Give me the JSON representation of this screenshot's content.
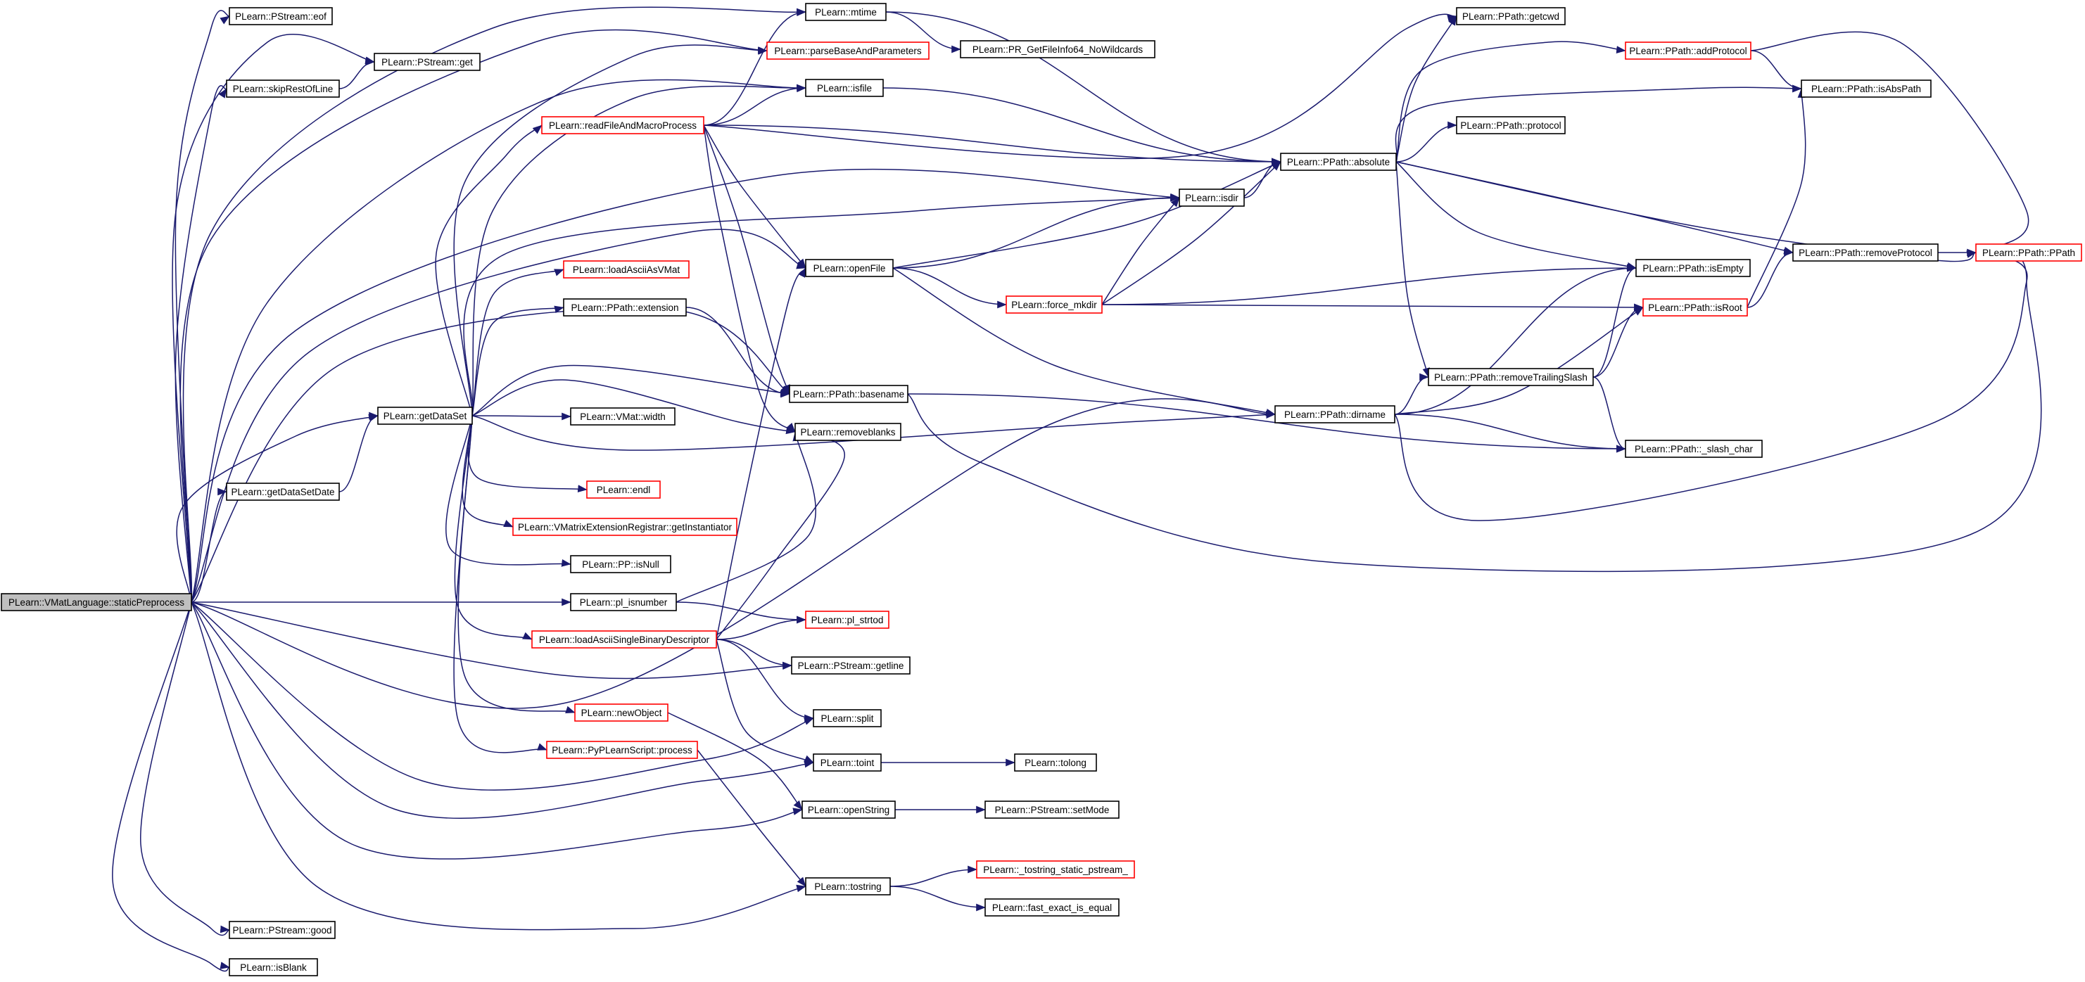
{
  "colors": {
    "edge": "#1a1a6e",
    "node_border": "#000000",
    "node_border_truncated": "#ff0000",
    "root_fill": "#bfbfbf",
    "node_fill": "#ffffff"
  },
  "nodes": [
    {
      "id": "root",
      "label": "PLearn::VMatLanguage::staticPreprocess",
      "kind": "root"
    },
    {
      "id": "eof",
      "label": "PLearn::PStream::eof",
      "kind": "normal"
    },
    {
      "id": "get",
      "label": "PLearn::PStream::get",
      "kind": "normal"
    },
    {
      "id": "skip",
      "label": "PLearn::skipRestOfLine",
      "kind": "normal"
    },
    {
      "id": "gdsd",
      "label": "PLearn::getDataSetDate",
      "kind": "normal"
    },
    {
      "id": "gds",
      "label": "PLearn::getDataSet",
      "kind": "normal"
    },
    {
      "id": "good",
      "label": "PLearn::PStream::good",
      "kind": "normal"
    },
    {
      "id": "isblank",
      "label": "PLearn::isBlank",
      "kind": "normal"
    },
    {
      "id": "mtime",
      "label": "PLearn::mtime",
      "kind": "normal"
    },
    {
      "id": "parse",
      "label": "PLearn::parseBaseAndParameters",
      "kind": "truncated"
    },
    {
      "id": "isfile",
      "label": "PLearn::isfile",
      "kind": "normal"
    },
    {
      "id": "readmacro",
      "label": "PLearn::readFileAndMacroProcess",
      "kind": "truncated"
    },
    {
      "id": "loadascii",
      "label": "PLearn::loadAsciiAsVMat",
      "kind": "truncated"
    },
    {
      "id": "extension",
      "label": "PLearn::PPath::extension",
      "kind": "normal"
    },
    {
      "id": "vmwidth",
      "label": "PLearn::VMat::width",
      "kind": "normal"
    },
    {
      "id": "endl",
      "label": "PLearn::endl",
      "kind": "truncated"
    },
    {
      "id": "vmreg",
      "label": "PLearn::VMatrixExtensionRegistrar::getInstantiator",
      "kind": "truncated"
    },
    {
      "id": "isnull",
      "label": "PLearn::PP::isNull",
      "kind": "normal"
    },
    {
      "id": "plisnum",
      "label": "PLearn::pl_isnumber",
      "kind": "normal"
    },
    {
      "id": "loadsbd",
      "label": "PLearn::loadAsciiSingleBinaryDescriptor",
      "kind": "truncated"
    },
    {
      "id": "newobj",
      "label": "PLearn::newObject",
      "kind": "truncated"
    },
    {
      "id": "pyproc",
      "label": "PLearn::PyPLearnScript::process",
      "kind": "truncated"
    },
    {
      "id": "prget",
      "label": "PLearn::PR_GetFileInfo64_NoWildcards",
      "kind": "normal"
    },
    {
      "id": "openfile",
      "label": "PLearn::openFile",
      "kind": "normal"
    },
    {
      "id": "basename",
      "label": "PLearn::PPath::basename",
      "kind": "normal"
    },
    {
      "id": "removeblanks",
      "label": "PLearn::removeblanks",
      "kind": "normal"
    },
    {
      "id": "plstrtod",
      "label": "PLearn::pl_strtod",
      "kind": "truncated"
    },
    {
      "id": "getline",
      "label": "PLearn::PStream::getline",
      "kind": "normal"
    },
    {
      "id": "split",
      "label": "PLearn::split",
      "kind": "normal"
    },
    {
      "id": "toint",
      "label": "PLearn::toint",
      "kind": "normal"
    },
    {
      "id": "tolong",
      "label": "PLearn::tolong",
      "kind": "normal"
    },
    {
      "id": "openstring",
      "label": "PLearn::openString",
      "kind": "normal"
    },
    {
      "id": "setmode",
      "label": "PLearn::PStream::setMode",
      "kind": "normal"
    },
    {
      "id": "tostring",
      "label": "PLearn::tostring",
      "kind": "normal"
    },
    {
      "id": "tostringsp",
      "label": "PLearn::_tostring_static_pstream_",
      "kind": "truncated"
    },
    {
      "id": "fasteq",
      "label": "PLearn::fast_exact_is_equal",
      "kind": "normal"
    },
    {
      "id": "isdir",
      "label": "PLearn::isdir",
      "kind": "normal"
    },
    {
      "id": "forcemkdir",
      "label": "PLearn::force_mkdir",
      "kind": "truncated"
    },
    {
      "id": "absolute",
      "label": "PLearn::PPath::absolute",
      "kind": "normal"
    },
    {
      "id": "dirname",
      "label": "PLearn::PPath::dirname",
      "kind": "normal"
    },
    {
      "id": "getcwd",
      "label": "PLearn::PPath::getcwd",
      "kind": "normal"
    },
    {
      "id": "protocol",
      "label": "PLearn::PPath::protocol",
      "kind": "normal"
    },
    {
      "id": "rmtrail",
      "label": "PLearn::PPath::removeTrailingSlash",
      "kind": "normal"
    },
    {
      "id": "addproto",
      "label": "PLearn::PPath::addProtocol",
      "kind": "truncated"
    },
    {
      "id": "isabs",
      "label": "PLearn::PPath::isAbsPath",
      "kind": "normal"
    },
    {
      "id": "isempty",
      "label": "PLearn::PPath::isEmpty",
      "kind": "normal"
    },
    {
      "id": "isroot",
      "label": "PLearn::PPath::isRoot",
      "kind": "truncated"
    },
    {
      "id": "slashchar",
      "label": "PLearn::PPath::_slash_char",
      "kind": "normal"
    },
    {
      "id": "rmproto",
      "label": "PLearn::PPath::removeProtocol",
      "kind": "normal"
    },
    {
      "id": "ppath",
      "label": "PLearn::PPath::PPath",
      "kind": "truncated"
    }
  ],
  "edges": [
    [
      "root",
      "eof"
    ],
    [
      "root",
      "get"
    ],
    [
      "root",
      "skip"
    ],
    [
      "root",
      "gdsd"
    ],
    [
      "root",
      "gds"
    ],
    [
      "root",
      "good"
    ],
    [
      "root",
      "isblank"
    ],
    [
      "root",
      "mtime"
    ],
    [
      "root",
      "parse"
    ],
    [
      "root",
      "isfile"
    ],
    [
      "root",
      "isdir"
    ],
    [
      "root",
      "openfile"
    ],
    [
      "root",
      "basename"
    ],
    [
      "root",
      "dirname"
    ],
    [
      "root",
      "plisnum"
    ],
    [
      "root",
      "getline"
    ],
    [
      "root",
      "split"
    ],
    [
      "root",
      "toint"
    ],
    [
      "root",
      "openstring"
    ],
    [
      "root",
      "tostring"
    ],
    [
      "skip",
      "get"
    ],
    [
      "gdsd",
      "gds"
    ],
    [
      "gds",
      "readmacro"
    ],
    [
      "gds",
      "loadascii"
    ],
    [
      "gds",
      "extension"
    ],
    [
      "gds",
      "vmwidth"
    ],
    [
      "gds",
      "endl"
    ],
    [
      "gds",
      "vmreg"
    ],
    [
      "gds",
      "isnull"
    ],
    [
      "gds",
      "loadsbd"
    ],
    [
      "gds",
      "newobj"
    ],
    [
      "gds",
      "pyproc"
    ],
    [
      "gds",
      "basename"
    ],
    [
      "gds",
      "removeblanks"
    ],
    [
      "gds",
      "dirname"
    ],
    [
      "gds",
      "isfile"
    ],
    [
      "gds",
      "parse"
    ],
    [
      "gds",
      "isdir"
    ],
    [
      "readmacro",
      "mtime"
    ],
    [
      "readmacro",
      "isfile"
    ],
    [
      "readmacro",
      "openfile"
    ],
    [
      "readmacro",
      "absolute"
    ],
    [
      "readmacro",
      "getcwd"
    ],
    [
      "readmacro",
      "basename"
    ],
    [
      "readmacro",
      "removeblanks"
    ],
    [
      "mtime",
      "prget"
    ],
    [
      "mtime",
      "absolute"
    ],
    [
      "isfile",
      "absolute"
    ],
    [
      "extension",
      "basename"
    ],
    [
      "plisnum",
      "plstrtod"
    ],
    [
      "plisnum",
      "removeblanks"
    ],
    [
      "loadsbd",
      "plstrtod"
    ],
    [
      "loadsbd",
      "getline"
    ],
    [
      "loadsbd",
      "split"
    ],
    [
      "loadsbd",
      "toint"
    ],
    [
      "loadsbd",
      "openfile"
    ],
    [
      "loadsbd",
      "removeblanks"
    ],
    [
      "newobj",
      "openstring"
    ],
    [
      "pyproc",
      "tostring"
    ],
    [
      "toint",
      "tolong"
    ],
    [
      "openstring",
      "setmode"
    ],
    [
      "tostring",
      "tostringsp"
    ],
    [
      "tostring",
      "fasteq"
    ],
    [
      "openfile",
      "isdir"
    ],
    [
      "openfile",
      "forcemkdir"
    ],
    [
      "openfile",
      "absolute"
    ],
    [
      "openfile",
      "dirname"
    ],
    [
      "isdir",
      "absolute"
    ],
    [
      "forcemkdir",
      "isdir"
    ],
    [
      "forcemkdir",
      "absolute"
    ],
    [
      "forcemkdir",
      "isempty"
    ],
    [
      "forcemkdir",
      "isroot"
    ],
    [
      "basename",
      "slashchar"
    ],
    [
      "basename",
      "ppath"
    ],
    [
      "absolute",
      "getcwd"
    ],
    [
      "absolute",
      "protocol"
    ],
    [
      "absolute",
      "addproto"
    ],
    [
      "absolute",
      "isabs"
    ],
    [
      "absolute",
      "isempty"
    ],
    [
      "absolute",
      "rmtrail"
    ],
    [
      "absolute",
      "rmproto"
    ],
    [
      "absolute",
      "ppath"
    ],
    [
      "dirname",
      "rmtrail"
    ],
    [
      "dirname",
      "isempty"
    ],
    [
      "dirname",
      "isroot"
    ],
    [
      "dirname",
      "slashchar"
    ],
    [
      "dirname",
      "ppath"
    ],
    [
      "rmtrail",
      "isempty"
    ],
    [
      "rmtrail",
      "isroot"
    ],
    [
      "rmtrail",
      "slashchar"
    ],
    [
      "addproto",
      "isabs"
    ],
    [
      "addproto",
      "ppath"
    ],
    [
      "isroot",
      "isabs"
    ],
    [
      "isroot",
      "rmproto"
    ],
    [
      "rmproto",
      "ppath"
    ]
  ]
}
